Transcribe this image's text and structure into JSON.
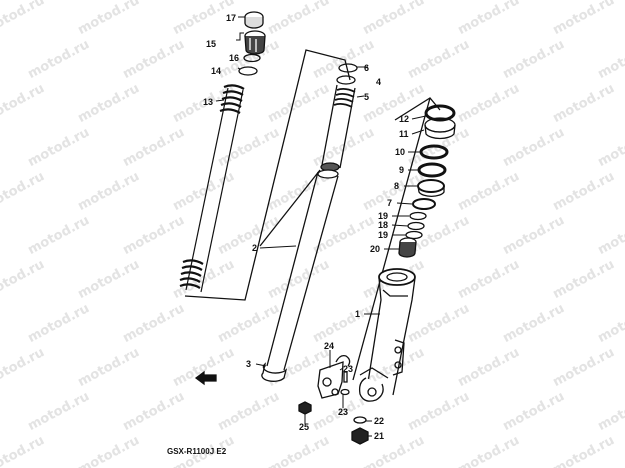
{
  "watermark": "motod.ru",
  "diagram_code": "GSX-R1100J E2",
  "callouts": {
    "n1": "1",
    "n2": "2",
    "n3": "3",
    "n4": "4",
    "n5": "5",
    "n6": "6",
    "n7": "7",
    "n8": "8",
    "n9": "9",
    "n10": "10",
    "n11": "11",
    "n12": "12",
    "n13": "13",
    "n14": "14",
    "n15": "15",
    "n16": "16",
    "n17": "17",
    "n18": "18",
    "n19a": "19",
    "n19b": "19",
    "n20": "20",
    "n21": "21",
    "n22": "22",
    "n23a": "23",
    "n23b": "23",
    "n24": "24",
    "n25": "25"
  },
  "icons": {
    "front_arrow": "front-direction-arrow-icon"
  },
  "colors": {
    "ink": "#111111",
    "watermark": "#e3e3e3"
  }
}
